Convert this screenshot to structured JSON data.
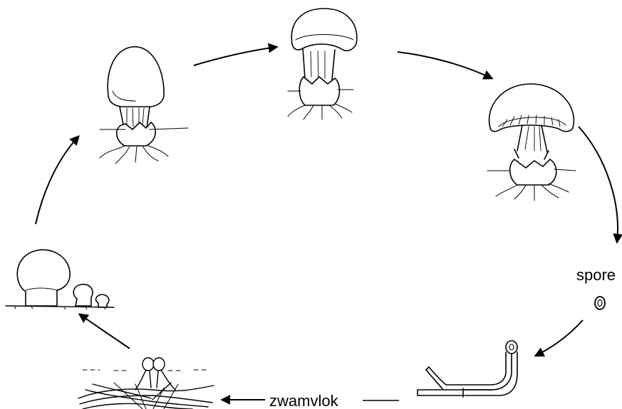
{
  "labels": {
    "spore": "spore",
    "mycelium": "zwamvlok"
  },
  "stages": [
    {
      "id": "mycelium-with-primordia",
      "icon": "mycelium"
    },
    {
      "id": "young-button-mushrooms",
      "icon": "button-mushroom"
    },
    {
      "id": "egg-shaped-cap",
      "icon": "closed-cap-mushroom"
    },
    {
      "id": "cap-opening",
      "icon": "opening-cap-mushroom"
    },
    {
      "id": "mature-mushroom",
      "icon": "mature-gilled-mushroom"
    },
    {
      "id": "spore",
      "icon": "spore"
    },
    {
      "id": "germinating-spore",
      "icon": "hypha"
    }
  ],
  "colors": {
    "ink": "#000000",
    "paper": "#ffffff"
  }
}
